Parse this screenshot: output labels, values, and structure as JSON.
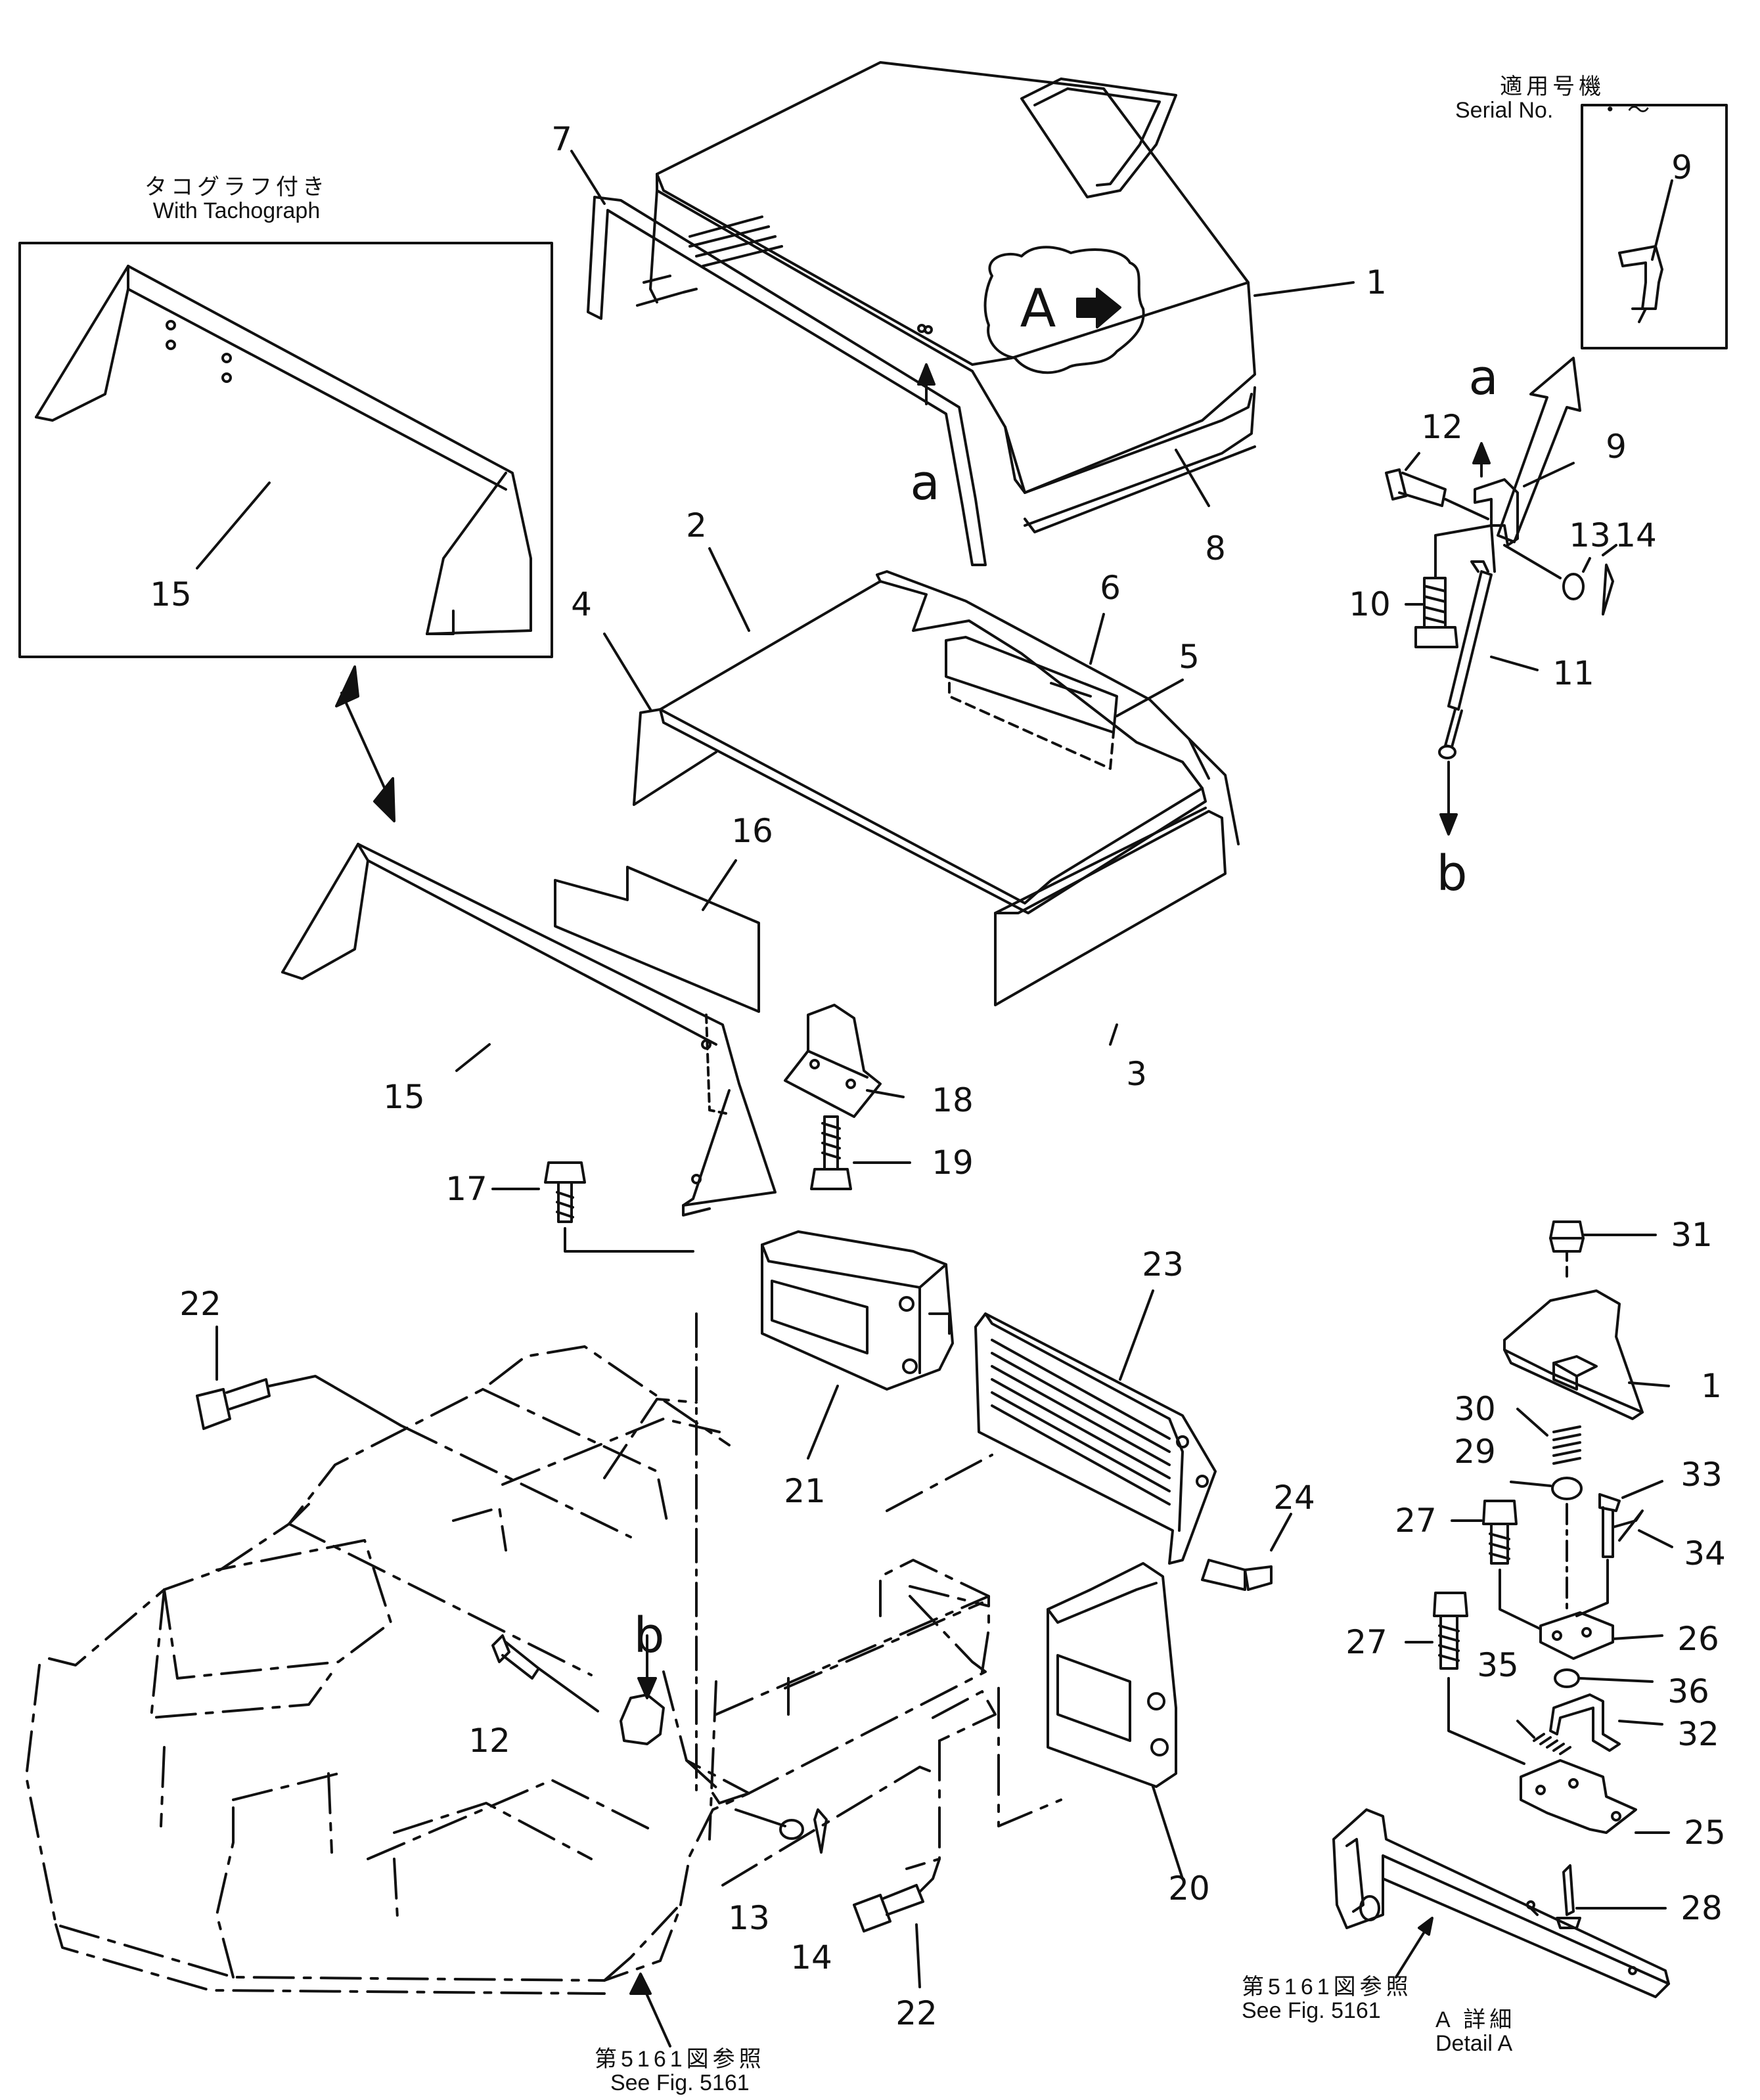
{
  "captions": {
    "serial_jp": "適用号機",
    "serial_en": "Serial No.",
    "serial_range": "・ ～",
    "tacho_jp": "タコグラフ付き",
    "tacho_en": "With Tachograph",
    "see_fig_jp_right": "第5161図参照",
    "see_fig_en_right": "See Fig. 5161",
    "detail_jp": "A 詳細",
    "detail_en": "Detail A",
    "see_fig_jp_bottom": "第5161図参照",
    "see_fig_en_bottom": "See Fig. 5161"
  },
  "bubble": {
    "letter": "A"
  },
  "arrow_letters": {
    "a": "a",
    "b": "b"
  },
  "part_numbers": {
    "p1": "1",
    "p2": "2",
    "p3": "3",
    "p4": "4",
    "p5": "5",
    "p6": "6",
    "p7": "7",
    "p8": "8",
    "p9": "9",
    "p10": "10",
    "p11": "11",
    "p12": "12",
    "p13": "13",
    "p14": "14",
    "p15": "15",
    "p16": "16",
    "p17": "17",
    "p18": "18",
    "p19": "19",
    "p20": "20",
    "p21": "21",
    "p22": "22",
    "p23": "23",
    "p24": "24",
    "p25": "25",
    "p26": "26",
    "p27": "27",
    "p28": "28",
    "p29": "29",
    "p30": "30",
    "p31": "31",
    "p32": "32",
    "p33": "33",
    "p34": "34",
    "p35": "35",
    "p36": "36"
  }
}
